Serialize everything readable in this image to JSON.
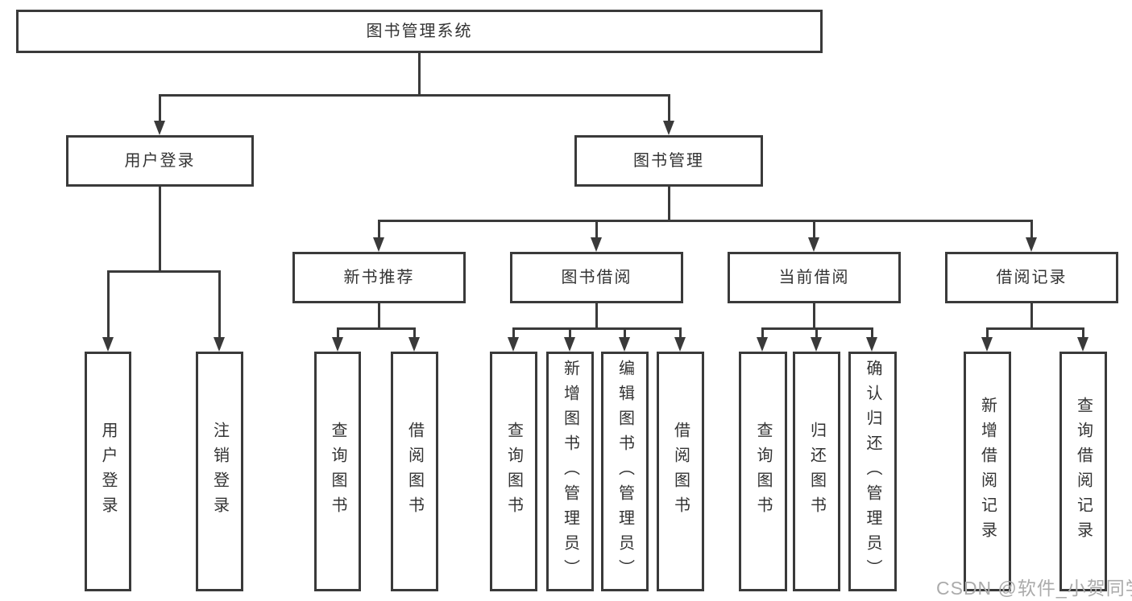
{
  "tree": {
    "label": "图书管理系统",
    "children": [
      {
        "label": "用户登录",
        "children": [
          {
            "label": "用户登录"
          },
          {
            "label": "注销登录"
          }
        ]
      },
      {
        "label": "图书管理",
        "children": [
          {
            "label": "新书推荐",
            "children": [
              {
                "label": "查询图书"
              },
              {
                "label": "借阅图书"
              }
            ]
          },
          {
            "label": "图书借阅",
            "children": [
              {
                "label": "查询图书"
              },
              {
                "label": "新增图书（管理员）"
              },
              {
                "label": "编辑图书（管理员）"
              },
              {
                "label": "借阅图书"
              }
            ]
          },
          {
            "label": "当前借阅",
            "children": [
              {
                "label": "查询图书"
              },
              {
                "label": "归还图书"
              },
              {
                "label": "确认归还（管理员）"
              }
            ]
          },
          {
            "label": "借阅记录",
            "children": [
              {
                "label": "新增借阅记录"
              },
              {
                "label": "查询借阅记录"
              }
            ]
          }
        ]
      }
    ]
  },
  "watermark": {
    "text": "CSDN @软件_小贺同学",
    "color": "#ababab"
  },
  "colors": {
    "line": "#3a3a3a",
    "text": "#333333",
    "background": "#ffffff"
  }
}
